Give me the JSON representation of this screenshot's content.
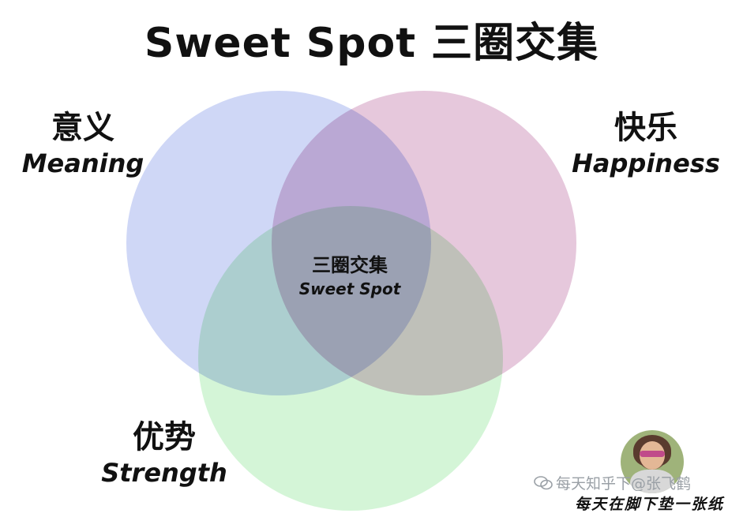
{
  "title": "Sweet Spot 三圈交集",
  "circles": {
    "meaning": {
      "zh": "意义",
      "en": "Meaning",
      "color": "#bcc8f3"
    },
    "happiness": {
      "zh": "快乐",
      "en": "Happiness",
      "color": "#ddb3cf"
    },
    "strength": {
      "zh": "优势",
      "en": "Strength",
      "color": "#c4f1c8"
    }
  },
  "center": {
    "zh": "三圈交集",
    "en": "Sweet Spot"
  },
  "footer": {
    "watermark": "每天知乎下@张飞鹤",
    "tagline": "每天在脚下垫一张纸"
  },
  "icons": [
    "wechat-icon",
    "avatar"
  ]
}
